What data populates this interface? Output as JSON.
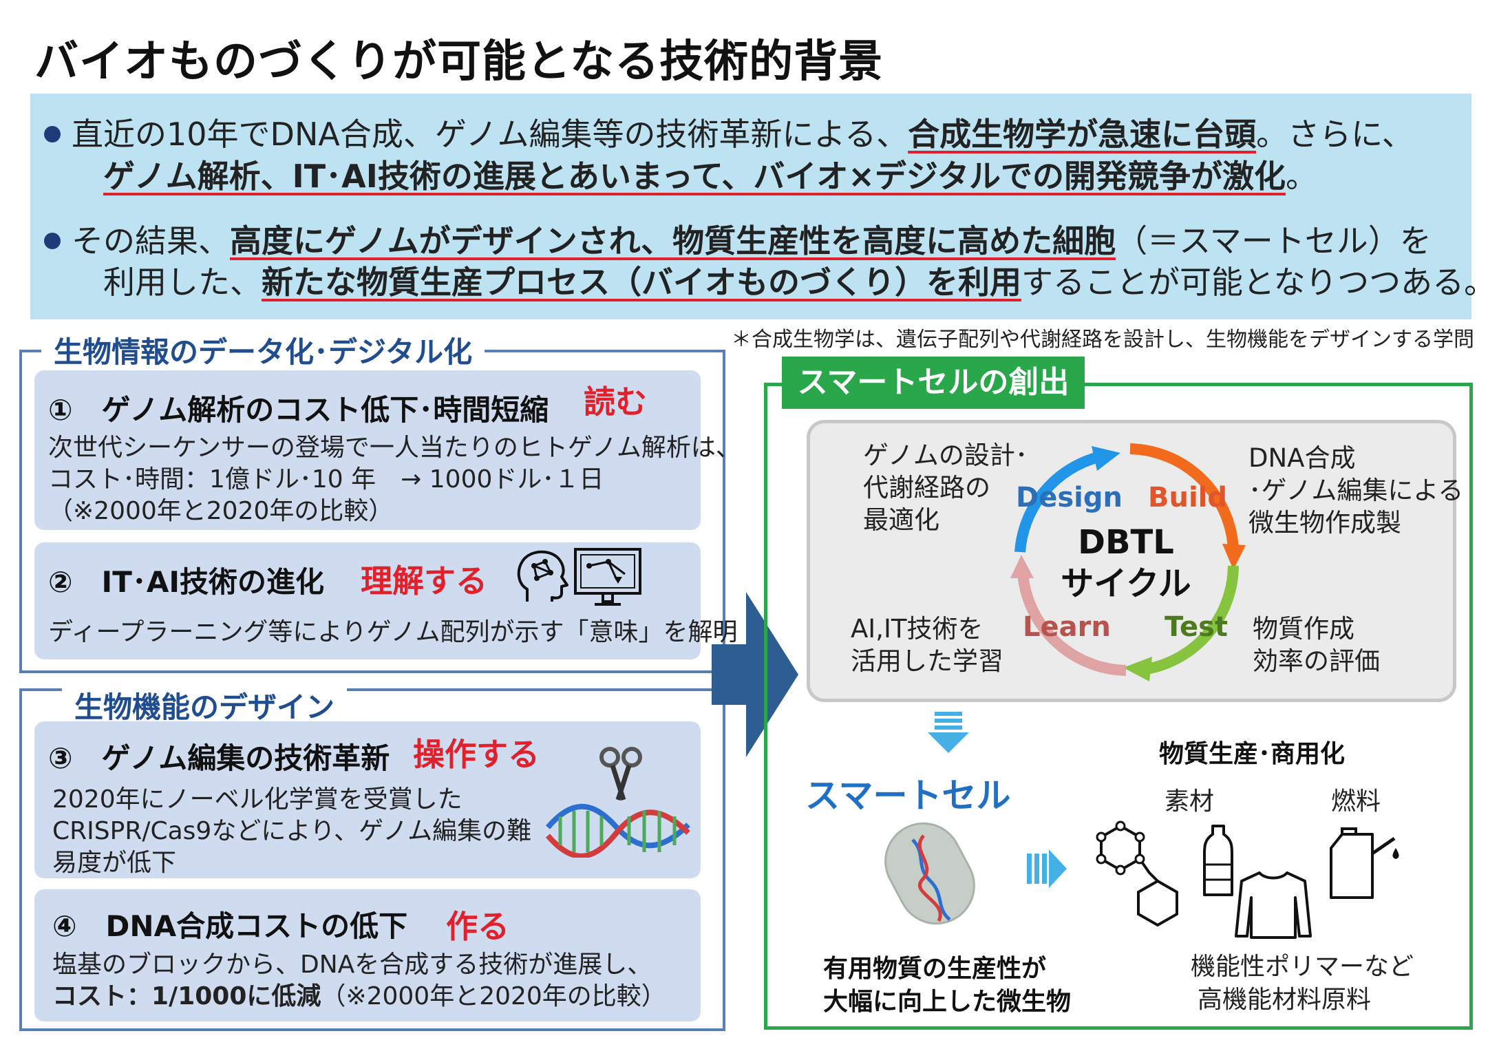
{
  "title": "バイオものづくりが可能となる技術的背景",
  "summary": {
    "b1_l1_a": "直近の10年でDNA合成、ゲノム編集等の技術革新による、",
    "b1_l1_u": "合成生物学が急速に台頭",
    "b1_l1_b": "。さらに、",
    "b1_l2_u": "ゲノム解析、IT･AI技術の進展とあいまって、バイオ×デジタルでの開発競争が激化",
    "b1_l2_b": "。",
    "b2_l1_a": "その結果、",
    "b2_l1_u": "高度にゲノムがデザインされ、物質生産性を高度に高めた細胞",
    "b2_l1_b": "（＝スマートセル）を",
    "b2_l2_a": "利用した、",
    "b2_l2_u": "新たな物質生産プロセス（バイオものづくり）を利用",
    "b2_l2_b": "することが可能となりつつある。"
  },
  "footnote": "＊合成生物学は、遺伝子配列や代謝経路を設計し、生物機能をデザインする学問",
  "section1": {
    "title": "生物情報のデータ化･デジタル化",
    "card1": {
      "heading": "①　ゲノム解析のコスト低下･時間短縮",
      "verb": "読む",
      "lines": [
        "次世代シーケンサーの登場で一人当たりのヒトゲノム解析は、",
        "コスト･時間：1億ドル･10 年　→ 1000ドル･１日",
        "（※2000年と2020年の比較）"
      ]
    },
    "card2": {
      "heading": "②　IT･AI技術の進化",
      "verb": "理解する",
      "lines": [
        "ディープラーニング等によりゲノム配列が示す「意味」を解明"
      ]
    }
  },
  "section2": {
    "title": "生物機能のデザイン",
    "card3": {
      "heading": "③　ゲノム編集の技術革新",
      "verb": "操作する",
      "lines": [
        "2020年にノーベル化学賞を受賞した",
        "CRISPR/Cas9などにより、ゲノム編集の難",
        "易度が低下"
      ]
    },
    "card4": {
      "heading": "④　DNA合成コストの低下",
      "verb": "作る",
      "line1": "塩基のブロックから、DNAを合成する技術が進展し、",
      "line2_bold": "コスト：1/1000に低減",
      "line2_rest": "（※2000年と2020年の比較）"
    }
  },
  "smart": {
    "title": "スマートセルの創出",
    "center_l1": "DBTL",
    "center_l2": "サイクル",
    "phases": {
      "design": "Design",
      "build": "Build",
      "test": "Test",
      "learn": "Learn"
    },
    "design_desc": [
      "ゲノムの設計･",
      "代謝経路の",
      "最適化"
    ],
    "build_desc": [
      "DNA合成",
      "･ゲノム編集による",
      "微生物作成製"
    ],
    "test_desc": [
      "物質作成",
      "効率の評価"
    ],
    "learn_desc": [
      "AI,IT技術を",
      "活用した学習"
    ],
    "phase_colors": {
      "design": "#2196e8",
      "build": "#f26b1d",
      "test": "#86c440",
      "learn": "#e0a3a3"
    },
    "cell_title": "スマートセル",
    "cell_desc": [
      "有用物質の生産性が",
      "大幅に向上した微生物"
    ],
    "products_title": "物質生産･商用化",
    "material": "素材",
    "fuel": "燃料",
    "products_desc": [
      "機能性ポリマーなど",
      "高機能材料原料"
    ]
  }
}
